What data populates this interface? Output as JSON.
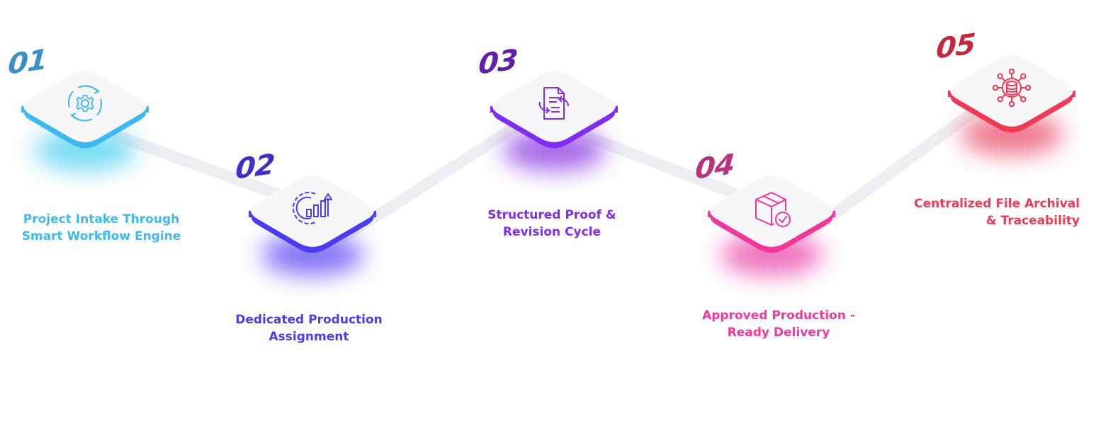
{
  "diagram": {
    "type": "isometric-process-flow",
    "steps": [
      {
        "number": "01",
        "label_line1": "Project Intake Through",
        "label_line2": "Smart Workflow Engine",
        "icon": "gear-cycle-icon",
        "color": "#3fb8f0",
        "num_color": "#3a8fc9",
        "glow": "#4fd3ee"
      },
      {
        "number": "02",
        "label_line1": "Dedicated Production",
        "label_line2": "Assignment",
        "icon": "gear-chart-growth-icon",
        "color": "#4a3df0",
        "num_color": "#3f2fc4",
        "glow": "#5b4bf2"
      },
      {
        "number": "03",
        "label_line1": "Structured Proof &",
        "label_line2": "Revision Cycle",
        "icon": "document-revision-icon",
        "color": "#7f2ef0",
        "num_color": "#5f1fa8",
        "glow": "#8a3be0"
      },
      {
        "number": "04",
        "label_line1": "Approved Production -",
        "label_line2": "Ready Delivery",
        "icon": "package-check-icon",
        "color": "#f0389a",
        "num_color": "#b8327e",
        "glow": "#e94aa8"
      },
      {
        "number": "05",
        "label_line1": "Centralized File Archival",
        "label_line2": "& Traceability",
        "icon": "database-network-icon",
        "color": "#f03a55",
        "num_color": "#c4283e",
        "glow": "#e8506a"
      }
    ],
    "connector_color": "#eeedf3",
    "card_face_color": "#f7f6f9"
  }
}
